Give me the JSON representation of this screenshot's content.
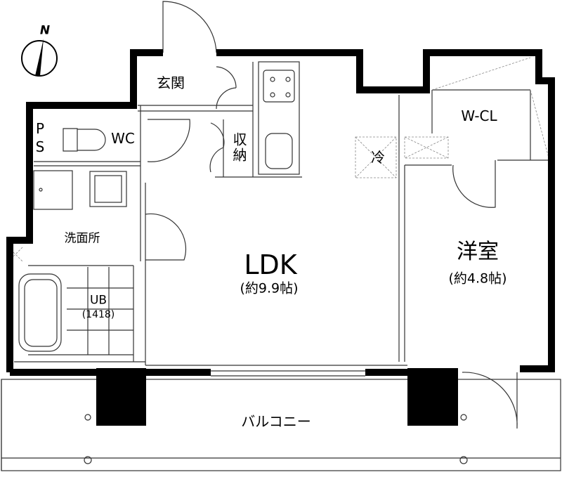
{
  "compass": {
    "label": "N"
  },
  "rooms": {
    "entrance": "玄関",
    "wc": "WC",
    "ps": "PS",
    "storage": "収納",
    "fridge": "冷",
    "wcl": "W-CL",
    "washroom": "洗面所",
    "ldk": {
      "name": "LDK",
      "size": "(約9.9帖)"
    },
    "western": {
      "name": "洋室",
      "size": "(約4.8帖)"
    },
    "ub": {
      "name": "UB",
      "size": "(1418)"
    },
    "balcony": "バルコニー"
  },
  "colors": {
    "wall": "#000000",
    "line": "#333333",
    "dashed": "#888888"
  }
}
